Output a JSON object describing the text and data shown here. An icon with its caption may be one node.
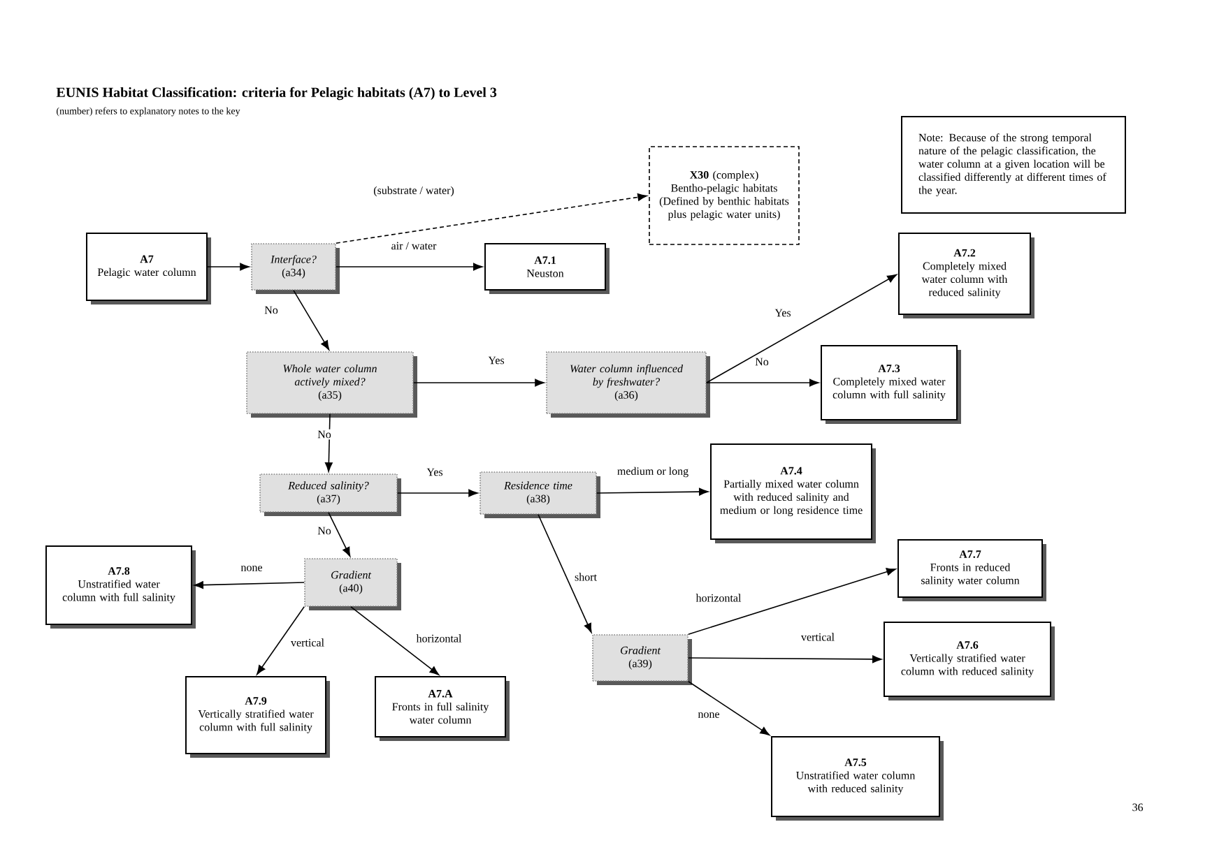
{
  "diagram": {
    "title": "EUNIS Habitat Classification: criteria for Pelagic habitats (A7) to Level 3",
    "nodes": [
      {
        "text": [
          "A7",
          "Pelagic water column"
        ]
      },
      {
        "text": [
          "Interface?",
          "(a34)"
        ]
      },
      {
        "text": [
          "**X30** (complex)",
          "Bentho-pelagic habitats (Defined by benthic habitats plus pelagic water units)"
        ]
      },
      {
        "text": [
          "A7.1",
          "Neuston"
        ]
      },
      {
        "text": [
          "Note: Because of the strong temporal nature of the pelagic classification, the water column at a given location will be classified differently at different times of the year."
        ]
      },
      {
        "text": [
          "Whole water column actively mixed?",
          "(a35)"
        ]
      },
      {
        "text": [
          "Water column influenced by freshwater?",
          "(a36)"
        ]
      },
      {
        "text": [
          "A7.2",
          "Completely mixed water column with reduced salinity"
        ]
      },
      {
        "text": [
          "A7.3",
          "Completely mixed water column with full salinity"
        ]
      },
      {
        "text": [
          "Reduced salinity?",
          "(a37)"
        ]
      },
      {
        "text": [
          "Residence time",
          "(a38)"
        ]
      },
      {
        "text": [
          "A7.4",
          "Partially mixed water column with reduced salinity and medium or long residence time"
        ]
      },
      {
        "text": [
          "A7.8",
          "Unstratified water column with full salinity"
        ]
      },
      {
        "text": [
          "Gradient",
          "(a40)"
        ]
      },
      {
        "text": [
          "A7.7",
          "Fronts in reduced salinity water column"
        ]
      },
      {
        "text": [
          "A7.6",
          "Vertically stratified water column with reduced salinity"
        ]
      },
      {
        "text": [
          "Gradient",
          "(a39)"
        ]
      },
      {
        "text": [
          "A7.9",
          "Vertically stratified water column with full salinity"
        ]
      },
      {
        "text": [
          "A7.A",
          "Fronts in full salinity water column"
        ]
      },
      {
        "text": [
          "A7.5",
          "Unstratified water column with reduced salinity"
        ]
      }
    ],
    "edges": [
      {
        "from": 0,
        "to": 1,
        "arrow": "to"
      },
      {
        "from": 1,
        "to": 3,
        "arrow": "to",
        "label": "air / water"
      },
      {
        "from": 1,
        "to": 2,
        "arrow": "to",
        "label": "(substrate / water)",
        "style": "dashed"
      },
      {
        "from": 1,
        "to": 5,
        "arrow": "to",
        "label": "No"
      },
      {
        "from": 5,
        "to": 6,
        "arrow": "to",
        "label": "Yes"
      },
      {
        "from": 6,
        "to": 7,
        "arrow": "to",
        "label": "Yes"
      },
      {
        "from": 6,
        "to": 8,
        "arrow": "to",
        "label": "No"
      },
      {
        "from": 5,
        "to": 9,
        "arrow": "to",
        "label": "No"
      },
      {
        "from": 9,
        "to": 10,
        "arrow": "to",
        "label": "Yes"
      },
      {
        "from": 9,
        "to": 13,
        "arrow": "to",
        "label": "No"
      },
      {
        "from": 10,
        "to": 11,
        "arrow": "to",
        "label": "medium or long"
      },
      {
        "from": 10,
        "to": 16,
        "arrow": "to",
        "label": "short"
      },
      {
        "from": 13,
        "to": 12,
        "arrow": "to",
        "label": "none"
      },
      {
        "from": 13,
        "to": 17,
        "arrow": "to",
        "label": "vertical"
      },
      {
        "from": 13,
        "to": 18,
        "arrow": "to",
        "label": "horizontal"
      },
      {
        "from": 16,
        "to": 14,
        "arrow": "to",
        "label": "horizontal"
      },
      {
        "from": 16,
        "to": 15,
        "arrow": "to",
        "label": "vertical"
      },
      {
        "from": 16,
        "to": 19,
        "arrow": "to",
        "label": "none"
      }
    ],
    "labels": [
      "(number) refers to explanatory notes to the key",
      "36"
    ]
  }
}
